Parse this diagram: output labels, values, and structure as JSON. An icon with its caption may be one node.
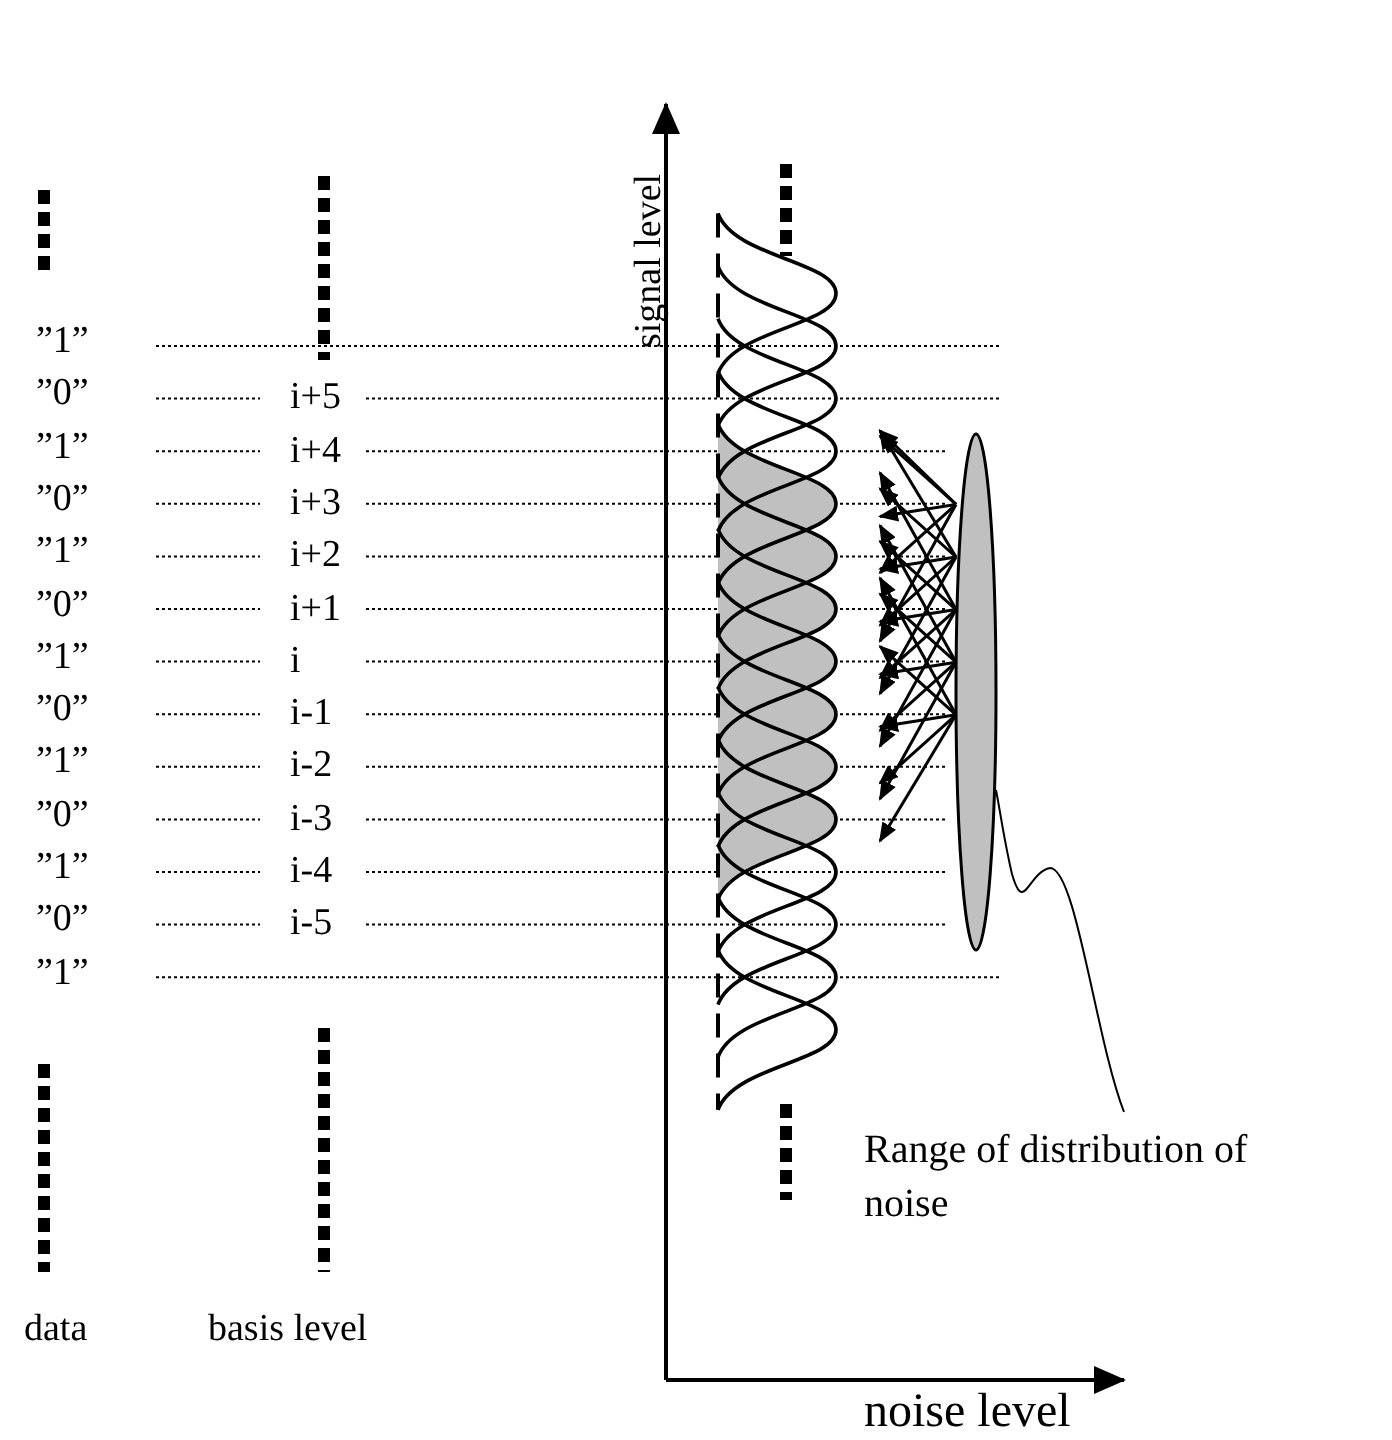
{
  "diagram": {
    "nodes": [
      {
        "text": [
          "Range of distribution of noise"
        ]
      },
      {
        "text": [],
        "shape": "ellipse"
      }
    ],
    "edges": [
      {
        "from": 0,
        "to": 1,
        "arrow": "none"
      }
    ],
    "labels": [
      "signal level",
      "”1”",
      "”0”",
      "i+5",
      "”1”",
      "i+4",
      "”0”",
      "i+3",
      "”1”",
      "i+2",
      "”0”",
      "i+1",
      "”1”",
      "i",
      "”0”",
      "i-1",
      "”1”",
      "i-2",
      "”0”",
      "i-3",
      "”1”",
      "i-4",
      "”0”",
      "i-5",
      "”1”",
      "data",
      "basis level",
      "noise level"
    ]
  }
}
